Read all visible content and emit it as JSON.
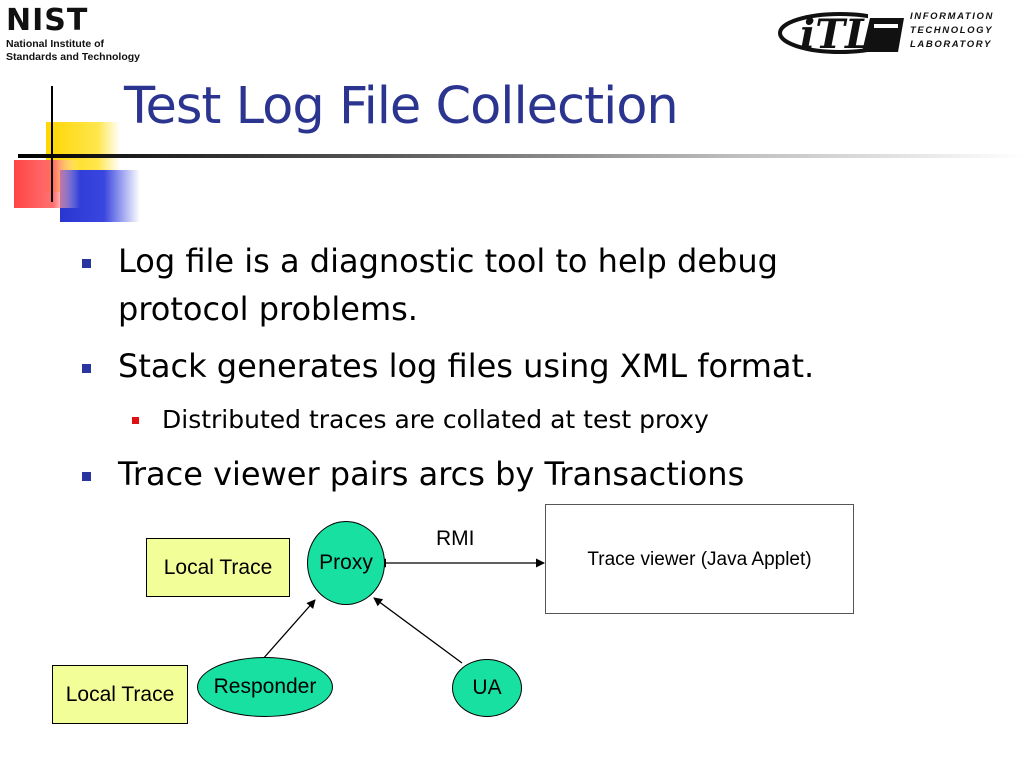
{
  "logos": {
    "nist": {
      "word": "NIST",
      "line1": "National Institute of",
      "line2": "Standards and Technology"
    },
    "itl": {
      "mark": "iTL",
      "lines": [
        "INFORMATION",
        "TECHNOLOGY",
        "LABORATORY"
      ]
    }
  },
  "slide": {
    "title": "Test Log File Collection",
    "bullets": [
      {
        "text_line1": "Log file is a diagnostic tool to help debug",
        "text_line2": "protocol problems."
      },
      {
        "text": "Stack generates log files using XML format."
      },
      {
        "text": "Distributed traces are collated at test proxy"
      },
      {
        "text": "Trace viewer pairs arcs by Transactions"
      }
    ]
  },
  "diagram": {
    "local_trace_top": "Local Trace",
    "local_trace_bottom": "Local Trace",
    "proxy": "Proxy",
    "responder": "Responder",
    "ua": "UA",
    "rmi": "RMI",
    "viewer": "Trace viewer (Java Applet)"
  },
  "colors": {
    "title": "#2b3590",
    "bullet_level1": "#2b35a0",
    "bullet_level2": "#e01010",
    "local_trace_fill": "#f2ff99",
    "node_fill": "#18e0a0"
  }
}
